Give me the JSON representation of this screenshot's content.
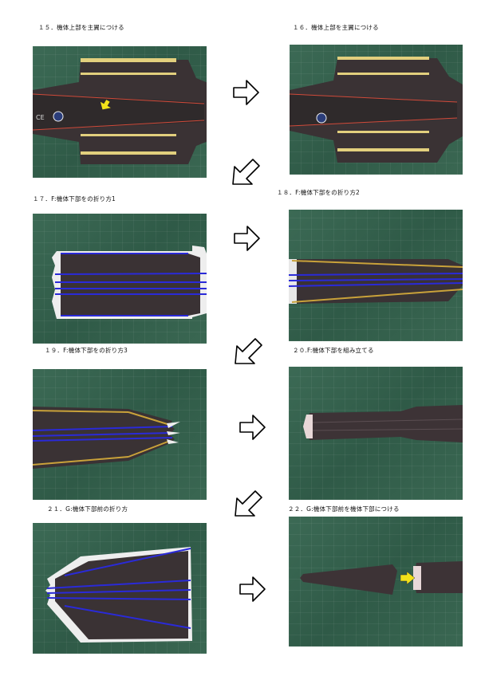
{
  "steps": [
    {
      "caption": "１５．機体上部を主翼につける"
    },
    {
      "caption": "１６．機体上部を主翼につける"
    },
    {
      "caption": "１７．F:機体下部をの折り方1"
    },
    {
      "caption": "１８．F:機体下部をの折り方2"
    },
    {
      "caption": "１９．F:機体下部をの折り方3"
    },
    {
      "caption": "２０.F:機体下部を組み立てる"
    },
    {
      "caption": "２１．G:機体下部前の折り方"
    },
    {
      "caption": "２２．G:機体下部前を機体下部につける"
    }
  ],
  "colors": {
    "mat": "#336049",
    "paper_dark": "#3a3234",
    "fold_blue": "#2a2ad8",
    "fold_yellow": "#c9a23a",
    "pointer_yellow": "#f2e21a"
  },
  "icons": {
    "next_right": "outline-right-arrow-icon",
    "next_down_left": "outline-down-left-arrow-icon"
  }
}
